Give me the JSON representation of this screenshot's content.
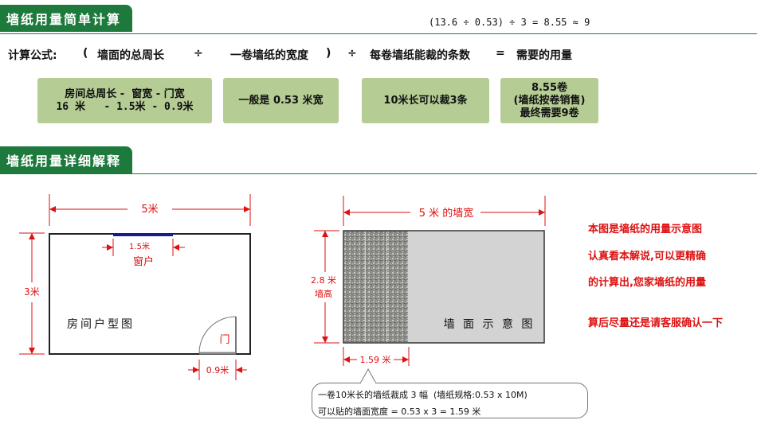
{
  "header": {
    "tab1": "墙纸用量简单计算",
    "top_formula": "(13.6 ÷ 0.53) ÷ 3 = 8.55 ≈ 9",
    "tab2": "墙纸用量详细解释"
  },
  "formula": {
    "label": "计算公式:",
    "open_paren": "(",
    "term1": "墙面的总周长",
    "div1": "÷",
    "term2": "一卷墙纸的宽度",
    "close_paren": ")",
    "div2": "÷",
    "term3": "每卷墙纸能裁的条数",
    "eq": "=",
    "result": "需要的用量"
  },
  "boxes": {
    "perimeter_l1": "房间总周长 -  窗宽 - 门宽",
    "perimeter_l2": "16 米   - 1.5米 - 0.9米",
    "width": "一般是 0.53 米宽",
    "strips": "10米长可以裁3条",
    "result_l1": "8.55卷",
    "result_l2": "(墙纸按卷销售)",
    "result_l3": "最终需要9卷"
  },
  "room_plan": {
    "width_label": "5米",
    "height_label": "3米",
    "window_width_label": "1.5米",
    "window_label": "窗户",
    "room_label": "房间户型图",
    "door_label": "门",
    "door_width_label": "0.9米"
  },
  "wall_diagram": {
    "width_label": "5 米 的墙宽",
    "height_label_l1": "2.8 米",
    "height_label_l2": "墙高",
    "wall_label": "墙 面 示 意 图",
    "covered_width_label": "1.59 米"
  },
  "callout": {
    "line1": "一卷10米长的墙纸裁成 3 幅  (墙纸规格:0.53 x 10M)",
    "line2": "可以贴的墙面宽度 = 0.53 x 3 = 1.59 米"
  },
  "notes": [
    "本图是墙纸的用量示意图",
    "认真看本解说,可以更精确",
    "的计算出,您家墙纸的用量",
    "算后尽量还是请客服确认一下"
  ],
  "colors": {
    "tab_green": "#1e7a3c",
    "box_green": "#b5cc94",
    "dimension_red": "#dd1111",
    "window_blue": "#1a1a8c"
  }
}
